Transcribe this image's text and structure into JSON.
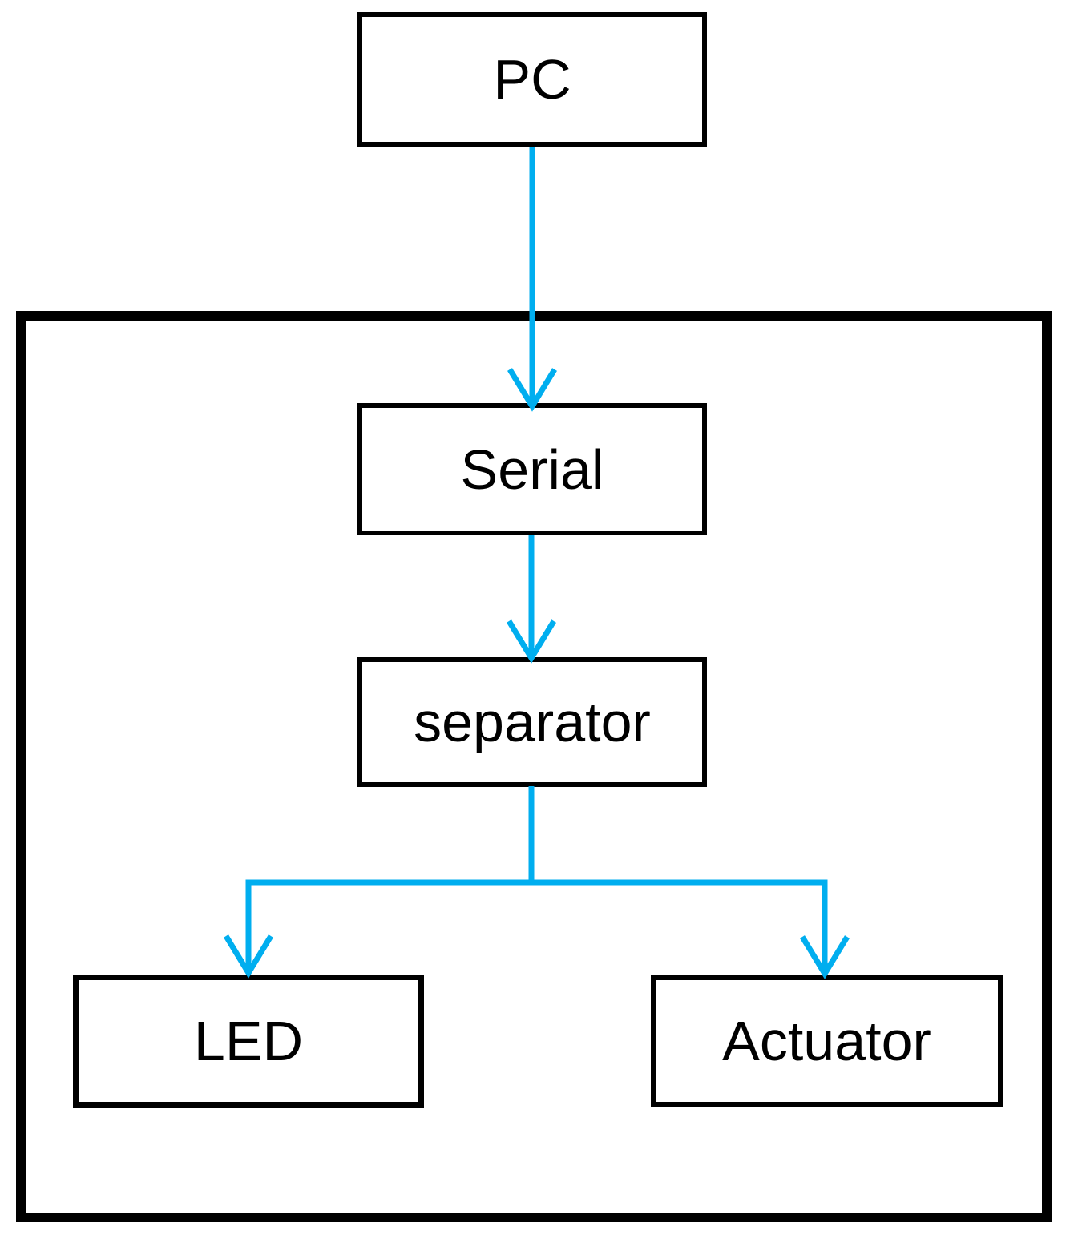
{
  "diagram": {
    "type": "flowchart",
    "background_color": "#ffffff",
    "box_border_color": "#000000",
    "text_color": "#000000",
    "arrow_color": "#00AEEF",
    "nodes": {
      "pc": {
        "label": "PC"
      },
      "serial": {
        "label": "Serial"
      },
      "separator": {
        "label": "separator"
      },
      "led": {
        "label": "LED"
      },
      "actuator": {
        "label": "Actuator"
      }
    },
    "container": {
      "description": "thick-bordered boundary box enclosing Serial, separator, LED and Actuator"
    },
    "edges": [
      {
        "from": "pc",
        "to": "serial"
      },
      {
        "from": "serial",
        "to": "separator"
      },
      {
        "from": "separator",
        "to": "led"
      },
      {
        "from": "separator",
        "to": "actuator"
      }
    ]
  }
}
